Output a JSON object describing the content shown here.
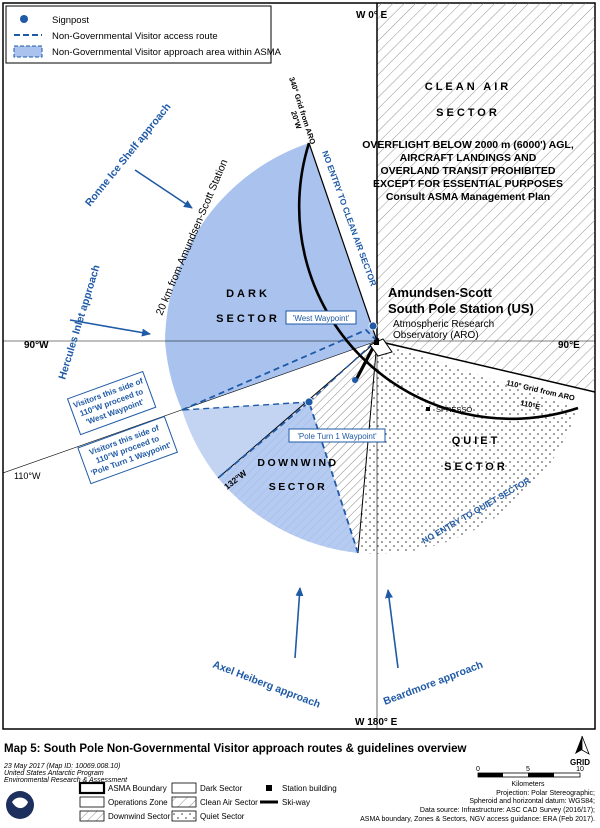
{
  "legend": {
    "items": [
      {
        "label": "Signpost"
      },
      {
        "label": "Non-Governmental Visitor access route"
      },
      {
        "label": "Non-Governmental Visitor approach area within ASMA"
      }
    ]
  },
  "compass": {
    "top": "W 0° E",
    "bottom": "W 180° E",
    "left": "90°W",
    "right": "90°E",
    "left_lower": "110°W",
    "grid_340": "340° Grid from ARO",
    "deg_20w": "20°W",
    "grid_110": "110° Grid from ARO",
    "deg_110e": "110°E",
    "deg_132w": "132°W"
  },
  "sectors": {
    "clean_air_1": "CLEAN AIR",
    "clean_air_2": "SECTOR",
    "overflight": [
      "OVERFLIGHT BELOW 2000 m (6000') AGL,",
      "AIRCRAFT LANDINGS AND",
      "OVERLAND TRANSIT PROHIBITED",
      "EXCEPT FOR ESSENTIAL PURPOSES"
    ],
    "consult": "Consult ASMA Management Plan",
    "dark_1": "DARK",
    "dark_2": "SECTOR",
    "quiet_1": "QUIET",
    "quiet_2": "SECTOR",
    "downwind_1": "DOWNWIND",
    "downwind_2": "SECTOR",
    "no_entry_clean": "NO ENTRY TO CLEAN AIR SECTOR",
    "no_entry_quiet": "NO ENTRY TO QUIET SECTOR",
    "radius_label": "20 km from Amundsen-Scott Station"
  },
  "station": {
    "name_1": "Amundsen-Scott",
    "name_2": "South Pole Station (US)",
    "aro_1": "Atmospheric Research",
    "aro_2": "Observatory (ARO)",
    "spresso": "SPRESSO"
  },
  "waypoints": {
    "west": "'West Waypoint'",
    "pole_turn": "'Pole Turn 1 Waypoint'"
  },
  "approaches": {
    "ronne": "Ronne Ice Shelf approach",
    "hercules": "Hercules Inlet approach",
    "axel": "Axel Heiberg approach",
    "beardmore": "Beardmore approach"
  },
  "visitor_boxes": {
    "west": [
      "Visitors this side of",
      "110°W proceed to",
      "'West Waypoint'"
    ],
    "pole": [
      "Visitors this side of",
      "110°W proceed to",
      "'Pole Turn 1 Waypoint'"
    ]
  },
  "footer": {
    "title": "Map 5: South Pole Non-Governmental Visitor approach routes & guidelines overview",
    "date_line": "23 May 2017 (Map ID: 10069.008.10)",
    "org_1": "United States Antarctic Program",
    "org_2": "Environmental Research & Assessment",
    "grid_label": "GRID",
    "km_label": "Kilometers",
    "scale_ticks": [
      "0",
      "5",
      "10"
    ],
    "projection": "Projection: Polar Stereographic;",
    "spheroid": "Spheroid and horizontal datum: WGS84;",
    "source_1": "Data source: Infrastructure: ASC CAD Survey (2016/17);",
    "source_2": "ASMA boundary, Zones & Sectors, NGV access guidance: ERA (Feb 2017)."
  },
  "key": {
    "asma": "ASMA Boundary",
    "ops": "Operations Zone",
    "downwind": "Downwind Sector",
    "dark": "Dark Sector",
    "clean": "Clean Air Sector",
    "quiet": "Quiet Sector",
    "building": "Station building",
    "skiway": "Ski-way"
  },
  "colors": {
    "visitor_fill": "#a9c2ee",
    "route_blue": "#1f5aa6",
    "label_blue": "#1f5aa6"
  }
}
